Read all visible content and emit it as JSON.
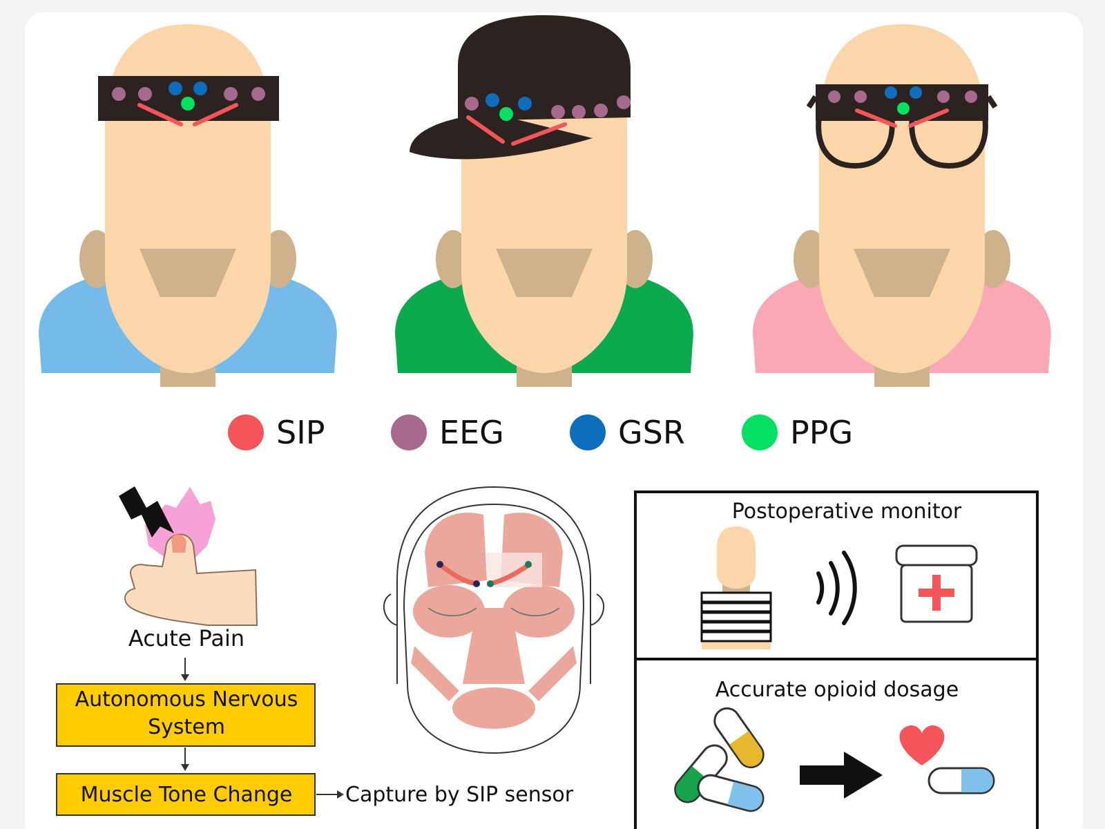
{
  "legend": [
    {
      "label": "SIP",
      "color": "#f4555a"
    },
    {
      "label": "EEG",
      "color": "#a8698f"
    },
    {
      "label": "GSR",
      "color": "#0d6ebd"
    },
    {
      "label": "PPG",
      "color": "#06e062"
    }
  ],
  "wearables": [
    {
      "device": "headband",
      "shirt_color": "#74bbec",
      "icon": "headband-icon"
    },
    {
      "device": "cap",
      "shirt_color": "#0caa4e",
      "icon": "cap-icon"
    },
    {
      "device": "glasses",
      "shirt_color": "#fba8b6",
      "icon": "glasses-icon"
    }
  ],
  "pathway": {
    "acute_pain": "Acute Pain",
    "ans": [
      "Autonomous Nervous",
      "System"
    ],
    "muscle": "Muscle Tone Change",
    "capture": "Capture by SIP sensor"
  },
  "panels": {
    "monitor": "Postoperative monitor",
    "dosage": "Accurate opioid dosage"
  },
  "colors": {
    "skin": "#fbd6aa",
    "skin_shadow": "#cdb28c",
    "band": "#2c2320",
    "box_fill": "#ffcc00"
  }
}
